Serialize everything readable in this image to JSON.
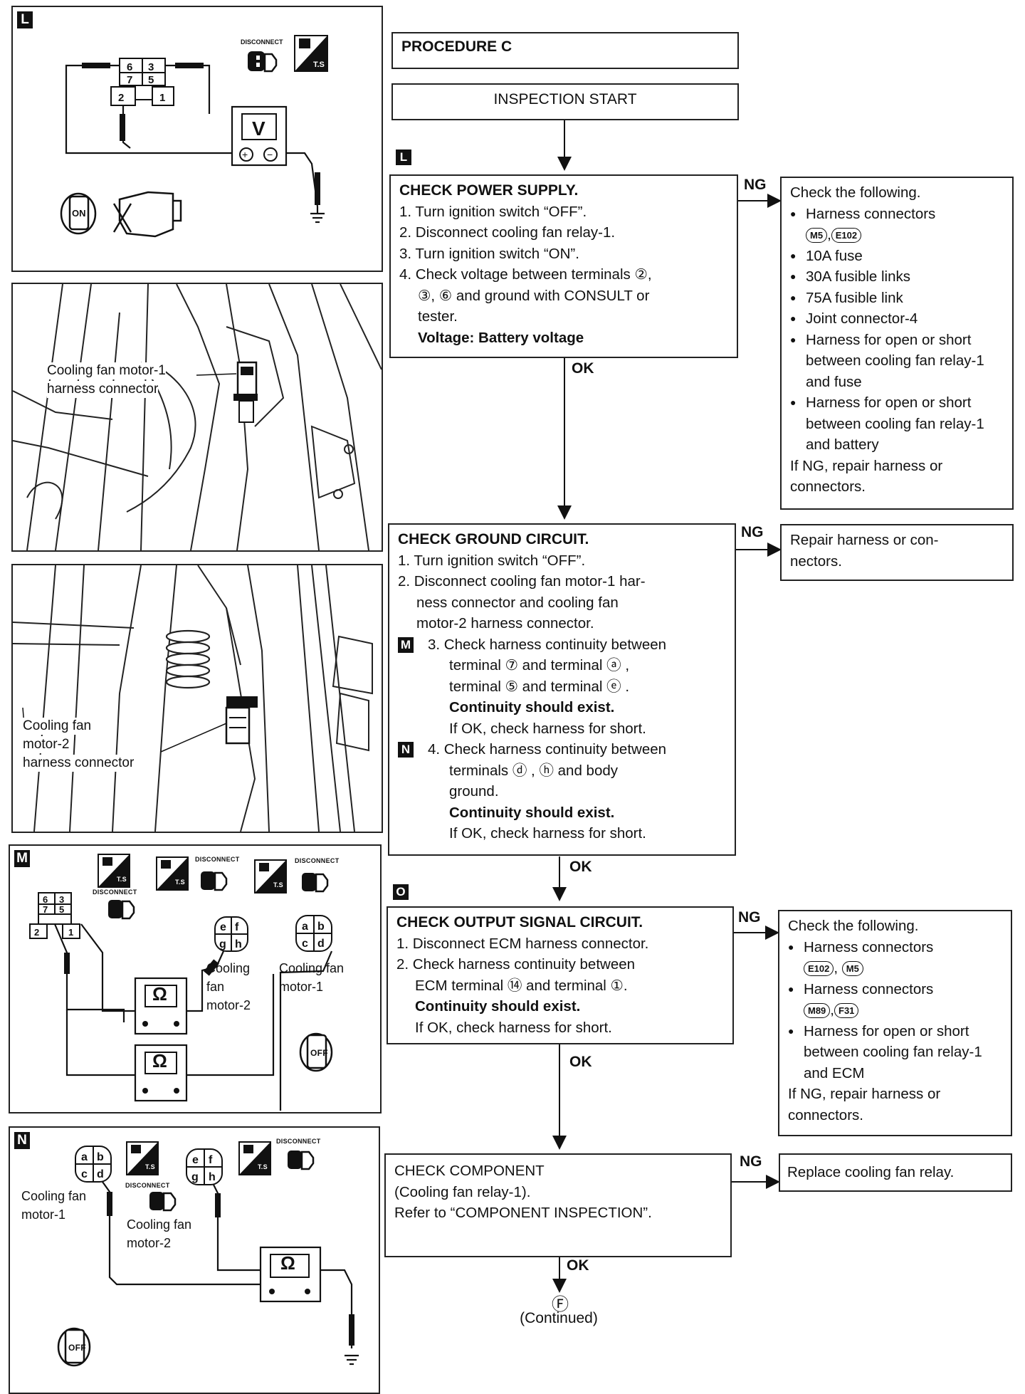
{
  "panels": {
    "L": {
      "letter": "L"
    },
    "photo1": {
      "caption_line1": "Cooling fan motor-1",
      "caption_line2": "harness connector"
    },
    "photo2": {
      "caption_line1": "Cooling fan",
      "caption_line2": "motor-2",
      "caption_line3": "harness connector"
    },
    "M": {
      "letter": "M",
      "label_motor2_1": "Cooling",
      "label_motor2_2": "fan",
      "label_motor2_3": "motor-2",
      "label_motor1_1": "Cooling fan",
      "label_motor1_2": "motor-1"
    },
    "N": {
      "letter": "N",
      "label_motor1_1": "Cooling fan",
      "label_motor1_2": "motor-1",
      "label_motor2_1": "Cooling fan",
      "label_motor2_2": "motor-2"
    },
    "icons": {
      "disconnect": "DISCONNECT",
      "ts": "T.S",
      "on": "ON",
      "off": "OFF",
      "volt": "V",
      "ohm": "Ω"
    }
  },
  "flow": {
    "procedure": "PROCEDURE C",
    "start": "INSPECTION START",
    "ng": "NG",
    "ok": "OK",
    "step1": {
      "badge": "L",
      "title": "CHECK POWER SUPPLY.",
      "lines": [
        "1. Turn ignition switch “OFF”.",
        "2. Disconnect cooling fan relay-1.",
        "3. Turn ignition switch “ON”.",
        "4. Check voltage between terminals ②,",
        "③, ⑥ and ground with CONSULT or",
        "tester."
      ],
      "result": "Voltage: Battery voltage",
      "ng_box": {
        "heading": "Check the following.",
        "bullets": [
          "Harness connectors",
          "10A fuse",
          "30A fusible links",
          "75A fusible link",
          "Joint connector-4",
          "Harness for open or short between cooling fan relay-1 and fuse",
          "Harness for open or short between cooling fan relay-1 and battery"
        ],
        "connectors": [
          "M5",
          "E102"
        ],
        "footer": "If NG, repair harness or connectors."
      }
    },
    "step2": {
      "title": "CHECK GROUND CIRCUIT.",
      "lines": [
        "1. Turn ignition switch “OFF”.",
        "2. Disconnect cooling fan motor-1 har-",
        "ness connector and cooling fan",
        "motor-2 harness connector."
      ],
      "badge_m": "M",
      "step3": [
        "3. Check harness continuity between",
        "terminal ⑦ and terminal ⓐ ,",
        "terminal ⑤ and terminal ⓔ ."
      ],
      "result3": "Continuity should exist.",
      "short3": "If OK, check harness for short.",
      "badge_n": "N",
      "step4": [
        "4. Check harness continuity between",
        "terminals ⓓ , ⓗ and body",
        "ground."
      ],
      "result4": "Continuity should exist.",
      "short4": "If OK, check harness for short.",
      "ng_box": "Repair harness or con-\nnectors."
    },
    "step3": {
      "badge": "O",
      "title": "CHECK OUTPUT SIGNAL CIRCUIT.",
      "lines": [
        "1. Disconnect ECM harness connector.",
        "2. Check harness continuity between",
        "ECM terminal ⑭ and terminal ①."
      ],
      "result": "Continuity should exist.",
      "short": "If OK, check harness for short.",
      "ng_box": {
        "heading": "Check the following.",
        "bullets": [
          "Harness connectors",
          "Harness connectors",
          "Harness for open or short between cooling fan relay-1 and ECM"
        ],
        "connectors1": [
          "E102",
          "M5"
        ],
        "connectors2": [
          "M89",
          "F31"
        ],
        "footer": "If NG, repair harness or connectors."
      }
    },
    "step4": {
      "lines": [
        "CHECK COMPONENT",
        "(Cooling fan relay-1).",
        "Refer to “COMPONENT INSPECTION”."
      ],
      "ng_box": "Replace cooling fan relay."
    },
    "end_symbol": "Ⓕ",
    "end_text": "(Continued)"
  }
}
